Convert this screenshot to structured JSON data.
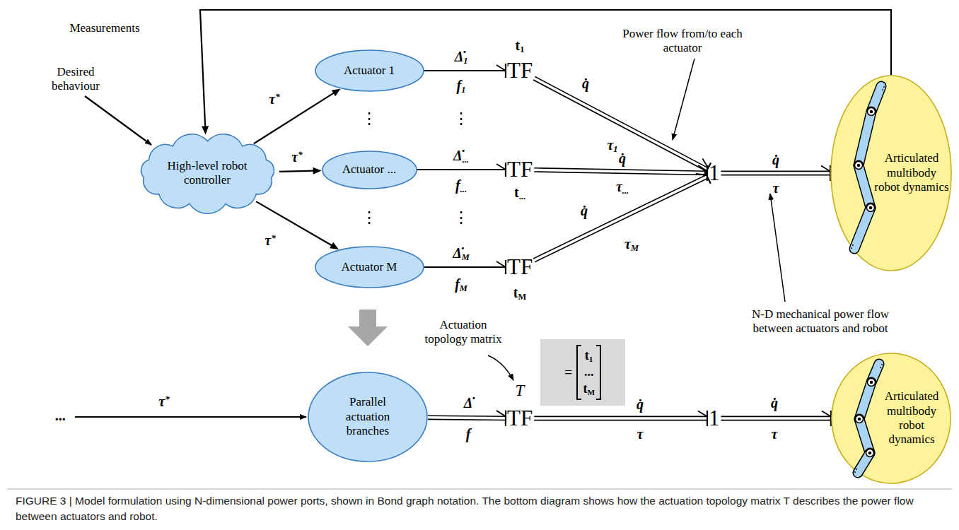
{
  "diagram": {
    "caption": "FIGURE 3 | Model formulation using N-dimensional power ports, shown in Bond graph notation. The bottom diagram shows how the actuation topology matrix T describes the power flow between actuators and robot.",
    "nodes": [
      {
        "text": [
          "High-level robot controller"
        ]
      },
      {
        "text": [
          "Actuator 1"
        ]
      },
      {
        "text": [
          "Actuator ..."
        ]
      },
      {
        "text": [
          "Actuator M"
        ]
      },
      {
        "text": [
          "TF"
        ]
      },
      {
        "text": [
          "TF"
        ]
      },
      {
        "text": [
          "TF"
        ]
      },
      {
        "text": [
          "1"
        ]
      },
      {
        "text": [
          "Articulated multibody robot dynamics"
        ]
      },
      {
        "text": [
          "Parallel actuation branches"
        ]
      },
      {
        "text": [
          "=",
          "t1",
          "...",
          "tM"
        ]
      },
      {
        "text": [
          "TF"
        ]
      },
      {
        "text": [
          "1"
        ]
      },
      {
        "text": [
          "Articulated multibody robot dynamics"
        ]
      }
    ],
    "edges": [
      {
        "from": 0,
        "to": 1,
        "arrow": "to"
      },
      {
        "from": 0,
        "to": 2,
        "arrow": "to"
      },
      {
        "from": 0,
        "to": 3,
        "arrow": "to"
      },
      {
        "from": 1,
        "to": 4,
        "arrow": "to"
      },
      {
        "from": 2,
        "to": 5,
        "arrow": "to"
      },
      {
        "from": 3,
        "to": 6,
        "arrow": "to"
      },
      {
        "from": 4,
        "to": 7,
        "arrow": "to"
      },
      {
        "from": 5,
        "to": 7,
        "arrow": "to"
      },
      {
        "from": 6,
        "to": 7,
        "arrow": "to"
      },
      {
        "from": 7,
        "to": 8,
        "arrow": "to"
      },
      {
        "from": 8,
        "to": 0,
        "label": "Measurements",
        "arrow": "to"
      },
      {
        "from": 9,
        "to": 11,
        "arrow": "to"
      },
      {
        "from": 11,
        "to": 12,
        "arrow": "to"
      },
      {
        "from": 12,
        "to": 13,
        "arrow": "to"
      }
    ],
    "labels": [
      "Desired behaviour",
      "τ*",
      "τ*",
      "τ*",
      "⋮",
      "⋮",
      "Δ̇1",
      "f1",
      "Δ̇...",
      "f...",
      "Δ̇M",
      "fM",
      "⋮",
      "⋮",
      "t1",
      "t...",
      "tM",
      "q̇",
      "τ1",
      "q̇",
      "τ...",
      "q̇",
      "τM",
      "q̇",
      "τ",
      "Power flow from/to each actuator",
      "N-D mechanical power flow between actuators and robot",
      "...",
      "τ*",
      "Δ̇",
      "f",
      "Actuation topology matrix",
      "T",
      "q̇",
      "τ",
      "q̇",
      "τ"
    ]
  }
}
